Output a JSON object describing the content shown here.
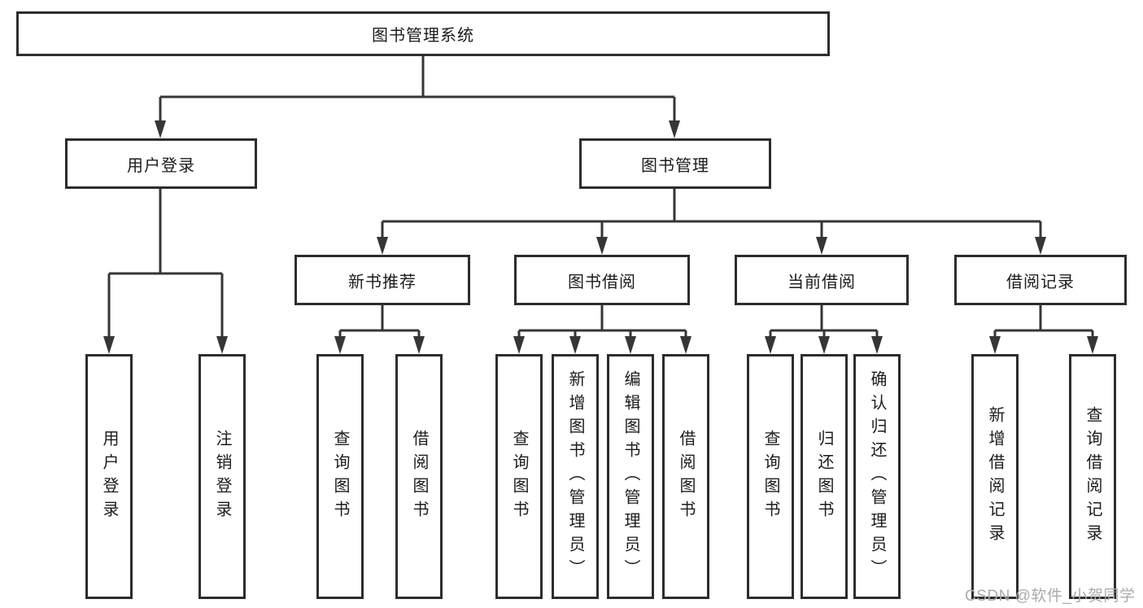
{
  "diagram": {
    "root": {
      "label": "图书管理系统"
    },
    "level2": [
      {
        "label": "用户登录"
      },
      {
        "label": "图书管理"
      }
    ],
    "level3": [
      {
        "label": "新书推荐",
        "parent": "图书管理"
      },
      {
        "label": "图书借阅",
        "parent": "图书管理"
      },
      {
        "label": "当前借阅",
        "parent": "图书管理"
      },
      {
        "label": "借阅记录",
        "parent": "图书管理"
      }
    ],
    "leaves": [
      {
        "label": "用户登录",
        "parent": "用户登录"
      },
      {
        "label": "注销登录",
        "parent": "用户登录"
      },
      {
        "label": "查询图书",
        "parent": "新书推荐"
      },
      {
        "label": "借阅图书",
        "parent": "新书推荐"
      },
      {
        "label": "查询图书",
        "parent": "图书借阅"
      },
      {
        "label": "新增图书（管理员）",
        "parent": "图书借阅"
      },
      {
        "label": "编辑图书（管理员）",
        "parent": "图书借阅"
      },
      {
        "label": "借阅图书",
        "parent": "图书借阅"
      },
      {
        "label": "查询图书",
        "parent": "当前借阅"
      },
      {
        "label": "归还图书",
        "parent": "当前借阅"
      },
      {
        "label": "确认归还（管理员）",
        "parent": "当前借阅"
      },
      {
        "label": "新增借阅记录",
        "parent": "借阅记录"
      },
      {
        "label": "查询借阅记录",
        "parent": "借阅记录"
      }
    ]
  },
  "watermark": "CSDN @软件_小贺同学",
  "colors": {
    "line": "#363636",
    "border": "#2d2d2d",
    "text": "#1c1c1c",
    "watermark": "#ababab"
  }
}
